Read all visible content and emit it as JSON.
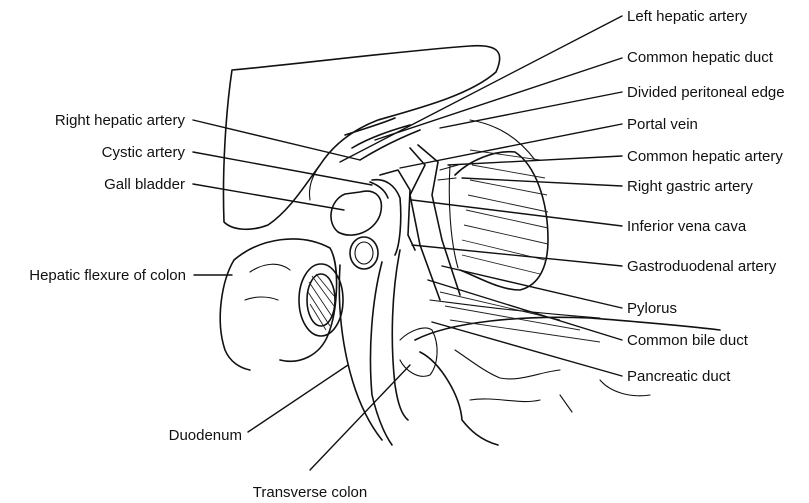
{
  "labels": {
    "left_hepatic_artery": "Left hepatic artery",
    "common_hepatic_duct": "Common hepatic duct",
    "divided_peritoneal_edge": "Divided peritoneal edge",
    "portal_vein": "Portal vein",
    "common_hepatic_artery": "Common hepatic artery",
    "right_gastric_artery": "Right gastric artery",
    "inferior_vena_cava": "Inferior vena cava",
    "gastroduodenal_artery": "Gastroduodenal artery",
    "pylorus": "Pylorus",
    "common_bile_duct": "Common bile duct",
    "pancreatic_duct": "Pancreatic duct",
    "right_hepatic_artery": "Right hepatic artery",
    "cystic_artery": "Cystic artery",
    "gall_bladder": "Gall bladder",
    "hepatic_flexure_of_colon": "Hepatic flexure of colon",
    "duodenum": "Duodenum",
    "transverse_colon": "Transverse colon"
  }
}
